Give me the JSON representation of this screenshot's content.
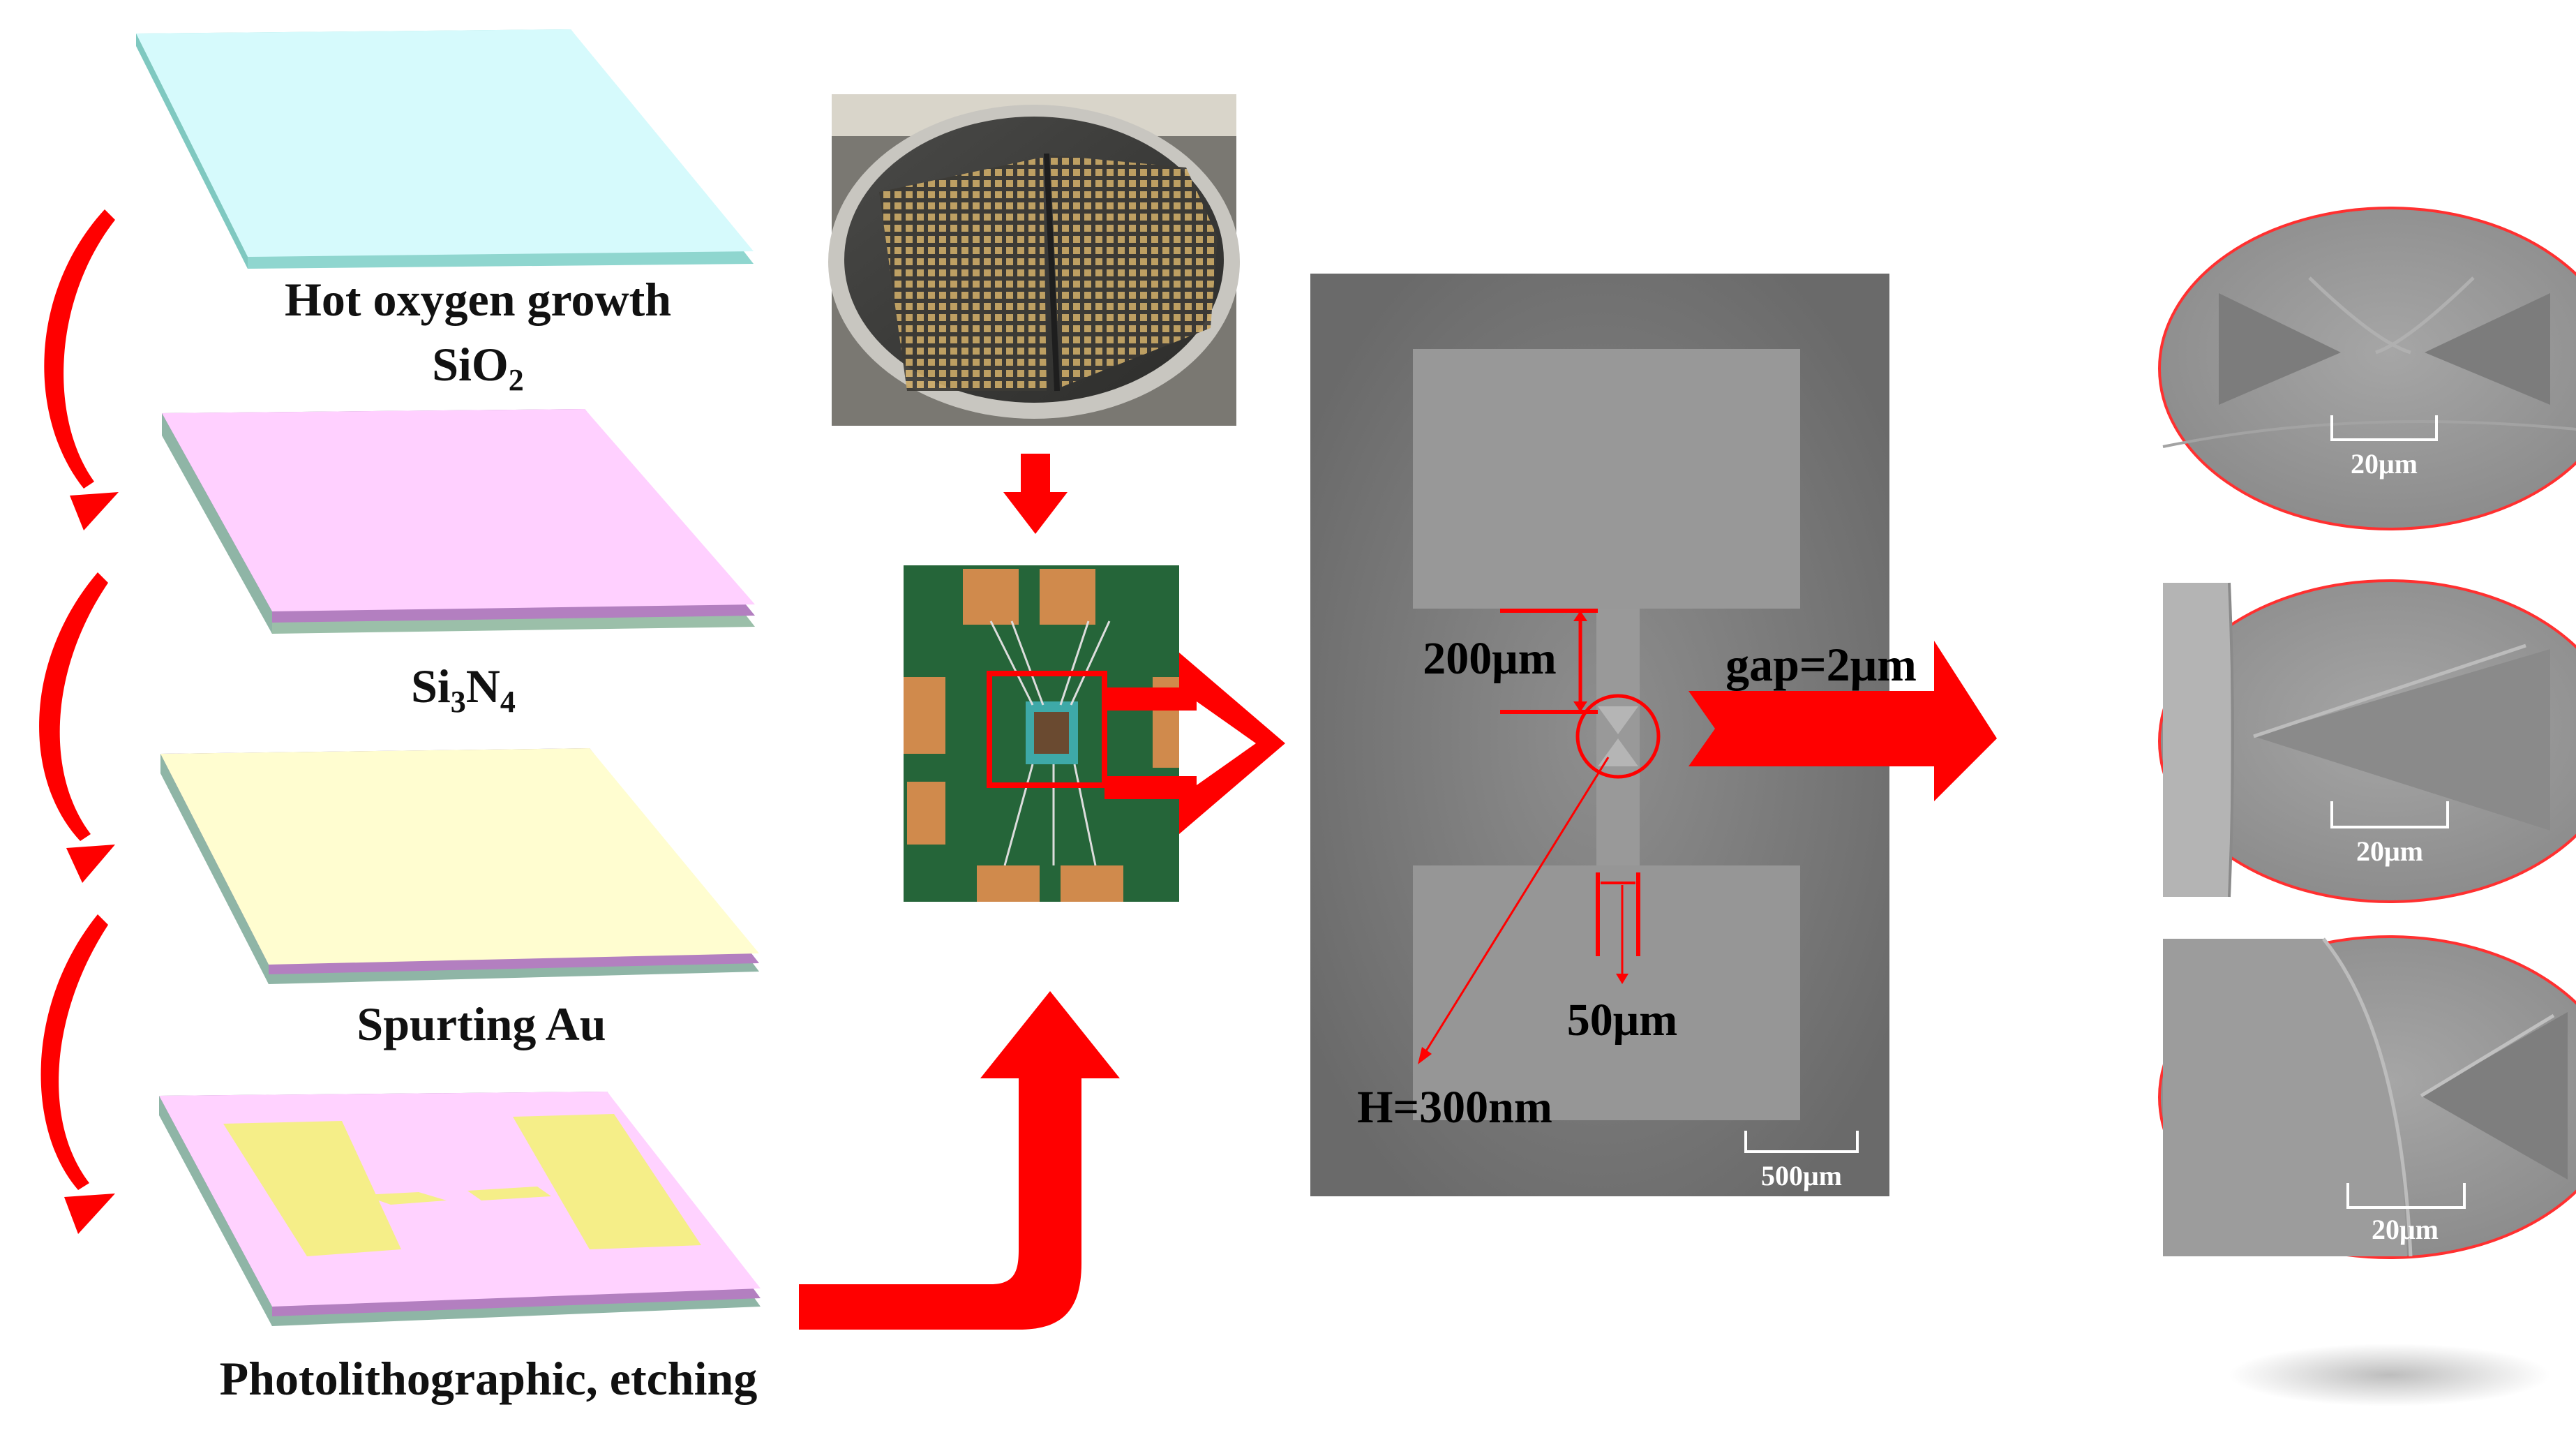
{
  "steps": [
    {
      "label": "Hot oxygen growth",
      "sub_main": "SiO",
      "sub_script": "2",
      "color": "#d6fafc"
    },
    {
      "label": "",
      "formula_parts": [
        "Si",
        "3",
        "N",
        "4"
      ],
      "color": "#ffd0ff"
    },
    {
      "label": "Spurting Au",
      "color": "#fffdd0"
    },
    {
      "label": "Photolithographic, etching",
      "color": "#ffd2ff",
      "electrode_color": "#f5ee88"
    }
  ],
  "sem_labels": {
    "length": "200μm",
    "width": "50μm",
    "height": "H=300nm",
    "scale": "500μm"
  },
  "gap_label": "gap=2μm",
  "zoom_scales": [
    "20μm",
    "20μm",
    "20μm"
  ],
  "colors": {
    "arrow": "#ff0000",
    "layer_edge": "#7fc8c0",
    "sem_background": "#6f6f6f",
    "sem_pad": "#9a9a9a"
  }
}
